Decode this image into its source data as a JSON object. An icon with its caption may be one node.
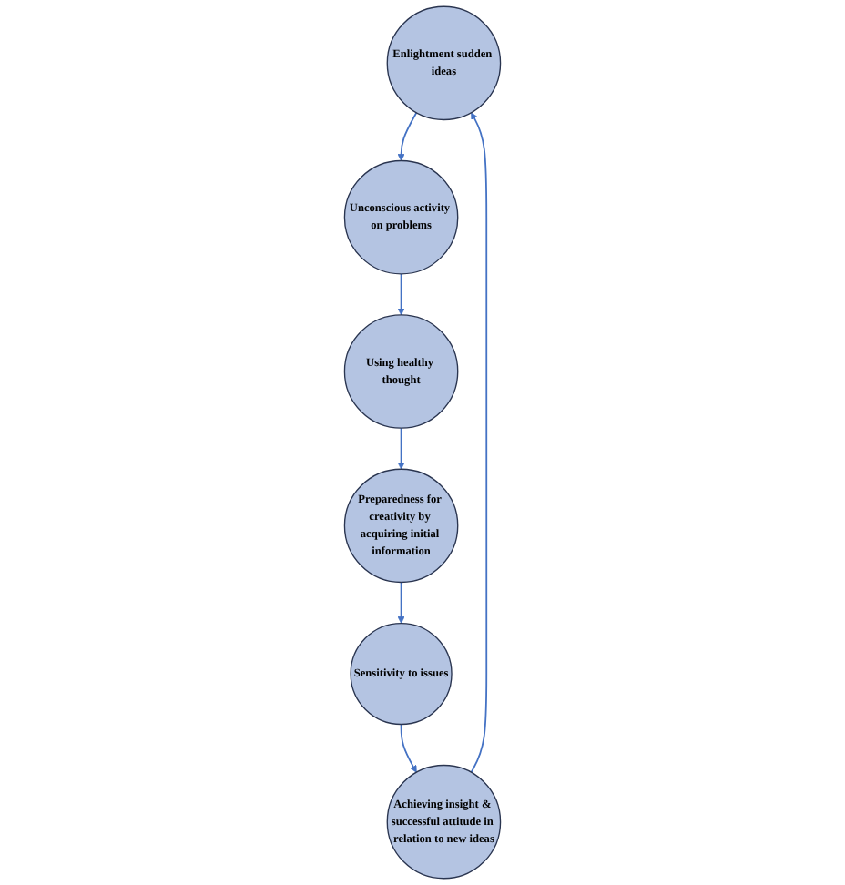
{
  "diagram": {
    "nodes": [
      {
        "text": [
          "Enlightment sudden ideas"
        ]
      },
      {
        "text": [
          "Unconscious activity on problems"
        ]
      },
      {
        "text": [
          "Using healthy thought"
        ]
      },
      {
        "text": [
          "Preparedness for creativity by acquiring initial information"
        ]
      },
      {
        "text": [
          "Sensitivity to issues"
        ]
      },
      {
        "text": [
          "Achieving insight & successful attitude in relation to new ideas"
        ]
      }
    ],
    "edges": [
      {
        "from": 0,
        "to": 1,
        "arrow": "to"
      },
      {
        "from": 1,
        "to": 2,
        "arrow": "to"
      },
      {
        "from": 2,
        "to": 3,
        "arrow": "to"
      },
      {
        "from": 3,
        "to": 4,
        "arrow": "to"
      },
      {
        "from": 4,
        "to": 5,
        "arrow": "to"
      },
      {
        "from": 5,
        "to": 0,
        "arrow": "to"
      }
    ]
  }
}
